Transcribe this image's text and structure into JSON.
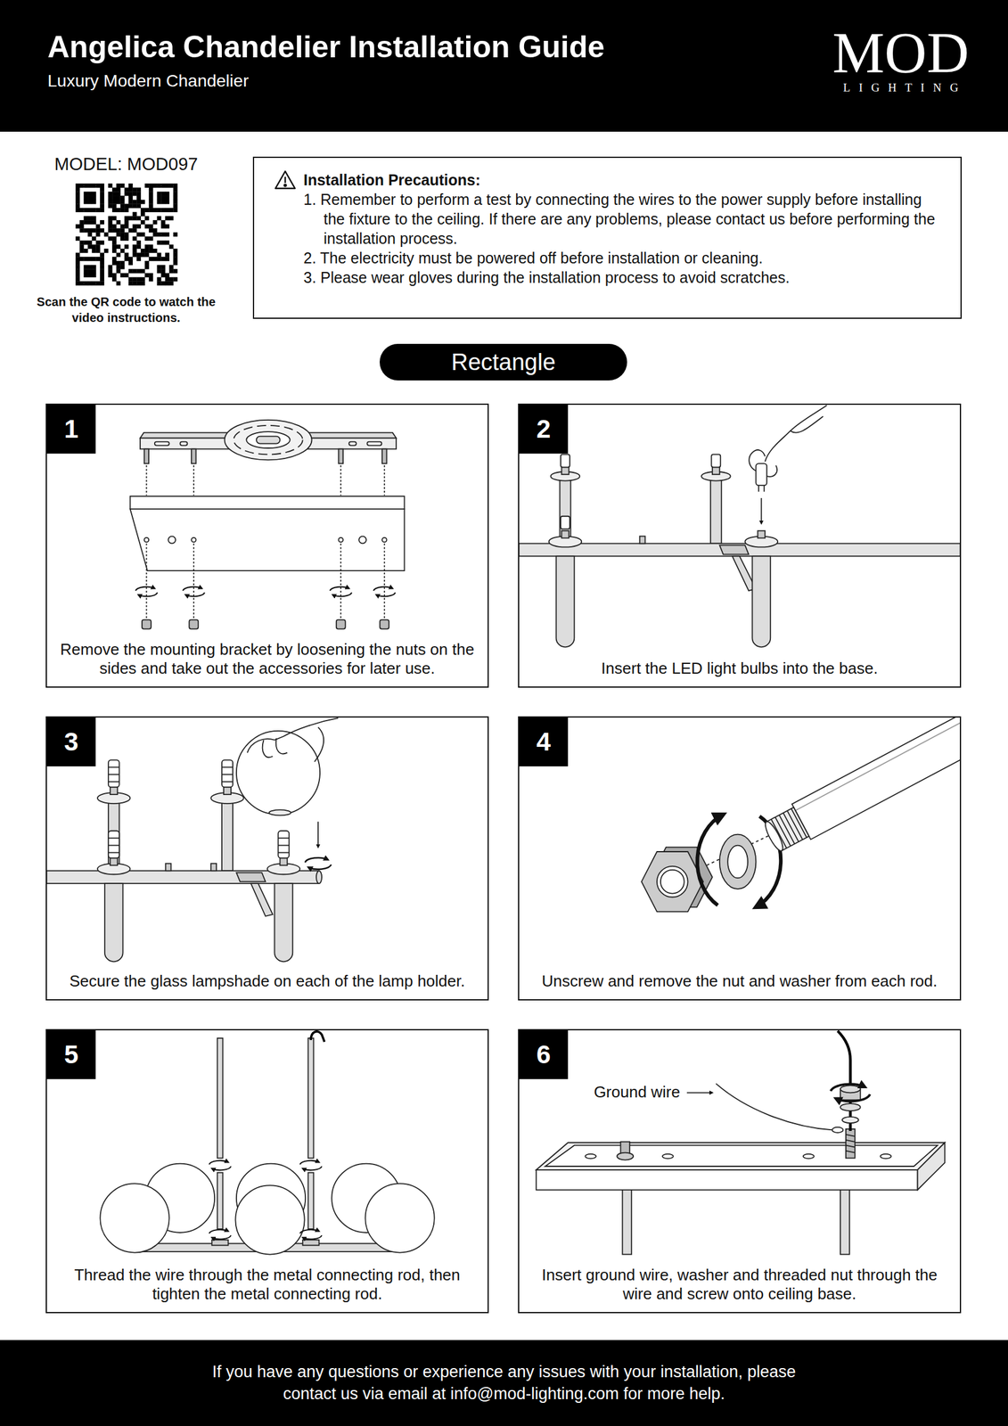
{
  "diagram": {
    "title": "Angelica Chandelier Installation Guide",
    "nodes": [
      {
        "text": [
          "Installation Precautions:",
          "1. Remember to perform a test by connecting the wires to the power supply before installing the fixture to the ceiling. If there are any problems, please contact us before performing the installation process.",
          "2. The electricity must be powered off before installation or cleaning.",
          "3. Please wear gloves during the installation process to avoid scratches."
        ]
      },
      {
        "text": [
          "Rectangle"
        ]
      },
      {
        "text": [
          "Remove the mounting bracket by loosening the nuts on the sides and take out the accessories for later use."
        ]
      },
      {
        "text": [
          "1"
        ],
        "in": 2
      },
      {
        "text": [
          "Insert the LED light bulbs into the base."
        ]
      },
      {
        "text": [
          "2"
        ],
        "in": 4
      },
      {
        "text": [
          "Secure the glass lampshade on each of the lamp holder."
        ]
      },
      {
        "text": [
          "3"
        ],
        "in": 6
      },
      {
        "text": [
          "Unscrew and remove the nut and washer from each rod."
        ]
      },
      {
        "text": [
          "4"
        ],
        "in": 8
      },
      {
        "text": [
          "Thread the wire through the metal connecting rod, then tighten the metal connecting rod."
        ]
      },
      {
        "text": [
          "5"
        ],
        "in": 10
      },
      {
        "text": [
          "Insert ground wire, washer and threaded nut through the wire and screw onto ceiling base."
        ]
      },
      {
        "text": [
          "6"
        ],
        "in": 12
      },
      {
        "text": [
          "If you have any questions or experience any issues with your installation, please contact us via email at info@mod-lighting.com for more help."
        ]
      }
    ],
    "edges": [],
    "labels": [
      "Luxury Modern Chandelier",
      "MOD",
      "LIGHTING",
      "MODEL: MOD097",
      "Scan the QR code to watch the video instructions.",
      "Ground wire"
    ]
  }
}
